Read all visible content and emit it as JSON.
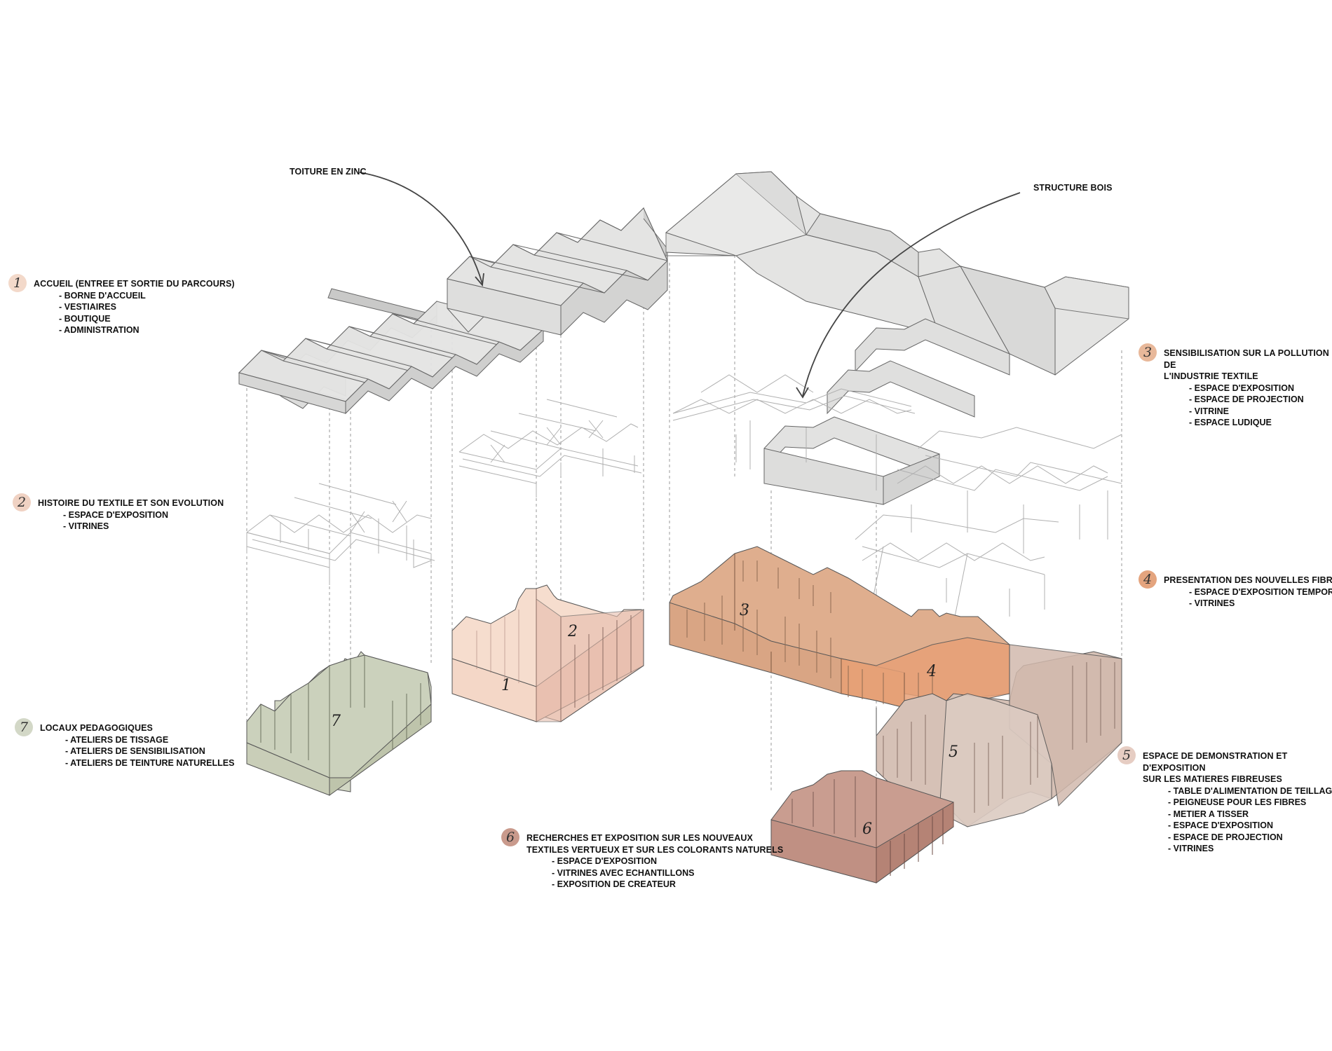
{
  "callouts": {
    "zinc_roof": "TOITURE EN ZINC",
    "wood_structure": "STRUCTURE BOIS"
  },
  "colors": {
    "roof": "#e3e3e2",
    "zone1": "#f6dccd",
    "zone2": "#ebc6b7",
    "zone3": "#dfae8d",
    "zone4": "#e9a67c",
    "zone5": "#d7c1b6",
    "zone6": "#c69e91",
    "zone7": "#cfd4c0",
    "outline": "#555555"
  },
  "volume_labels": [
    "1",
    "2",
    "3",
    "4",
    "5",
    "6",
    "7"
  ],
  "legend": [
    {
      "num": "1",
      "color": "#f3d9ca",
      "title": "ACCUEIL (ENTREE ET SORTIE DU PARCOURS)",
      "items": [
        "BORNE D'ACCUEIL",
        "VESTIAIRES",
        "BOUTIQUE",
        "ADMINISTRATION"
      ]
    },
    {
      "num": "2",
      "color": "#f0d2c3",
      "title": "HISTOIRE DU TEXTILE ET SON EVOLUTION",
      "items": [
        "ESPACE D'EXPOSITION",
        "VITRINES"
      ]
    },
    {
      "num": "3",
      "color": "#e8b89a",
      "title": "SENSIBILISATION SUR LA POLLUTION DE\nL'INDUSTRIE TEXTILE",
      "items": [
        "ESPACE D'EXPOSITION",
        "ESPACE DE PROJECTION",
        "VITRINE",
        "ESPACE LUDIQUE"
      ]
    },
    {
      "num": "4",
      "color": "#e4a47e",
      "title": "PRESENTATION DES NOUVELLES FIBRES",
      "items": [
        "ESPACE D'EXPOSITION TEMPORAIRE",
        "VITRINES"
      ]
    },
    {
      "num": "5",
      "color": "#e6cdc3",
      "title": "ESPACE DE DEMONSTRATION ET D'EXPOSITION\nSUR LES MATIERES FIBREUSES",
      "items": [
        "TABLE D'ALIMENTATION DE TEILLAGE",
        "PEIGNEUSE POUR LES FIBRES",
        "METIER A TISSER",
        "ESPACE D'EXPOSITION",
        "ESPACE DE PROJECTION",
        "VITRINES"
      ]
    },
    {
      "num": "6",
      "color": "#c99a8c",
      "title": "RECHERCHES ET EXPOSITION SUR LES NOUVEAUX\nTEXTILES VERTUEUX ET SUR LES COLORANTS NATURELS",
      "items": [
        "ESPACE D'EXPOSITION",
        "VITRINES AVEC ECHANTILLONS",
        "EXPOSITION DE CREATEUR"
      ]
    },
    {
      "num": "7",
      "color": "#d3d8c7",
      "title": "LOCAUX PEDAGOGIQUES",
      "items": [
        "ATELIERS DE TISSAGE",
        "ATELIERS DE SENSIBILISATION",
        "ATELIERS DE TEINTURE NATURELLES"
      ]
    }
  ]
}
